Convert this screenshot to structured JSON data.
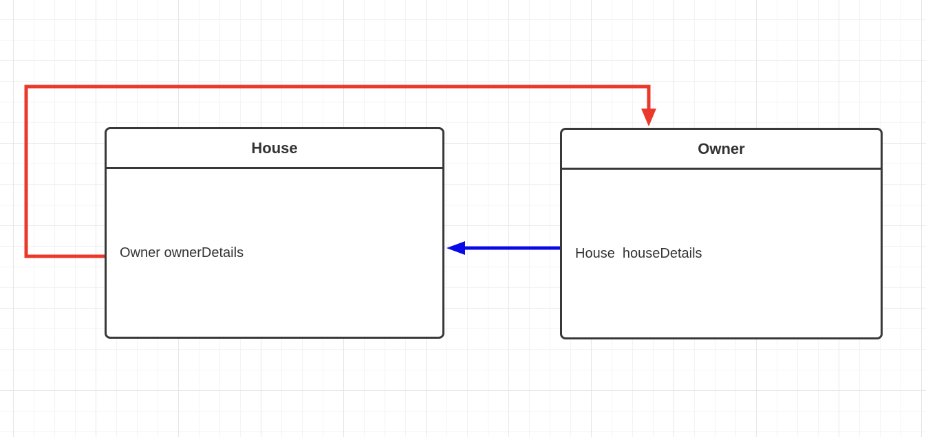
{
  "diagram": {
    "type": "uml-class-diagram",
    "classes": [
      {
        "name": "House",
        "attributes": [
          "Owner ownerDetails"
        ]
      },
      {
        "name": "Owner",
        "attributes": [
          "House  houseDetails"
        ]
      }
    ],
    "connectors": [
      {
        "id": "house-ownerDetails-to-owner",
        "from": "House.ownerDetails",
        "to": "Owner",
        "shape": "orthogonal",
        "arrow": "filled-triangle",
        "color": "#ea382b"
      },
      {
        "id": "owner-houseDetails-to-house",
        "from": "Owner.houseDetails",
        "to": "House",
        "shape": "straight",
        "arrow": "filled-triangle",
        "color": "#0a0ae8"
      }
    ],
    "colors": {
      "box_border": "#383838",
      "text": "#333333",
      "background": "#ffffff",
      "grid_minor": "#f3f3f3",
      "grid_major": "#e6e6e6"
    }
  }
}
